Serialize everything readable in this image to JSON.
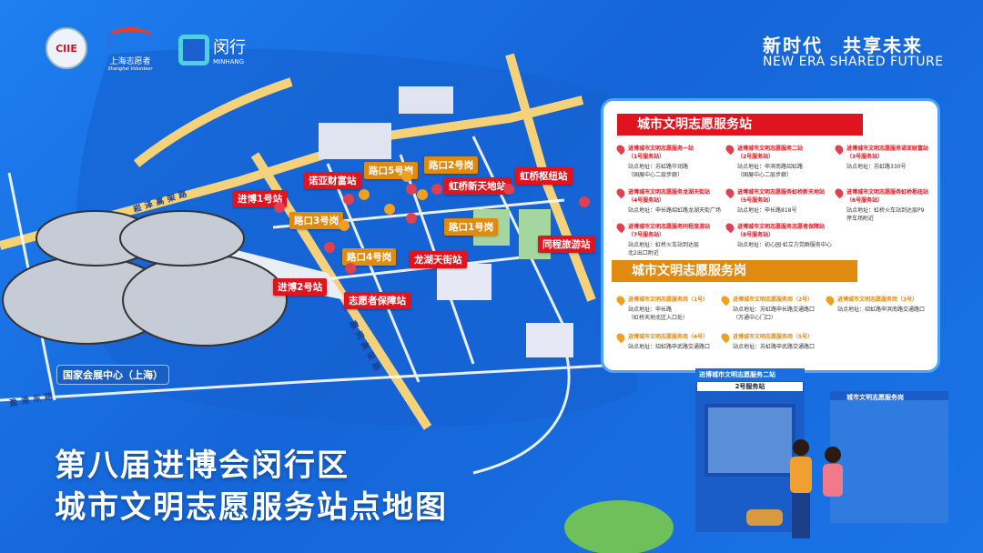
{
  "logos": {
    "ciie": "CIIE",
    "volunteer_cn": "上海志愿者",
    "volunteer_en": "Shanghai Volunteer",
    "minhang_cn": "闵行",
    "minhang_en": "MINHANG"
  },
  "slogan": {
    "cn": "新时代　共享未来",
    "en": "NEW ERA  SHARED FUTURE"
  },
  "map": {
    "roads": [
      "崧泽高架路",
      "嘉闵高架路",
      "盈港东路"
    ],
    "venue": "国家会展中心（上海）",
    "stations": [
      "进博1号站",
      "诺亚财富站",
      "虹桥新天地站",
      "虹桥枢纽站",
      "同程旅游站",
      "龙湖天街站",
      "进博2号站",
      "志愿者保障站"
    ],
    "posts": [
      "路口5号岗",
      "路口2号岗",
      "路口3号岗",
      "路口1号岗",
      "路口4号岗"
    ]
  },
  "legend": {
    "stations_title": "城市文明志愿服务站",
    "stations": [
      {
        "name": "进博城市文明志愿服务一站",
        "sub": "（1号服务站）",
        "addr": "站点地址：苏虹路华润路",
        "addr2": "（国展中心二层步廊）"
      },
      {
        "name": "进博城市文明志愿服务二站",
        "sub": "（2号服务站）",
        "addr": "站点地址：申滨南路绍虹路",
        "addr2": "（国展中心二层步廊）"
      },
      {
        "name": "进博城市文明志愿服务诺亚财富站",
        "sub": "（3号服务站）",
        "addr": "站点地址：苏虹路330号",
        "addr2": ""
      },
      {
        "name": "进博城市文明志愿服务龙湖天街站",
        "sub": "（4号服务站）",
        "addr": "站点地址：申长路绍虹路龙湖天街广场",
        "addr2": ""
      },
      {
        "name": "进博城市文明志愿服务虹桥新天地站",
        "sub": "（5号服务站）",
        "addr": "站点地址：申长路818号",
        "addr2": ""
      },
      {
        "name": "进博城市文明志愿服务虹桥枢纽站",
        "sub": "（6号服务站）",
        "addr": "站点地址：虹桥火车站到达层P9",
        "addr2": "停车场附近"
      },
      {
        "name": "进博城市文明志愿服务同程旅游站",
        "sub": "（7号服务站）",
        "addr": "站点地址：虹桥火车站到达层",
        "addr2": "北2出口附近"
      },
      {
        "name": "进博城市文明志愿服务志愿者保障站",
        "sub": "（8号服务站）",
        "addr": "站点地址：初心园·虹立方党群服务中心",
        "addr2": ""
      }
    ],
    "posts_title": "城市文明志愿服务岗",
    "posts": [
      {
        "name": "进博城市文明志愿服务岗（1号）",
        "addr": "站点地址：申长路",
        "addr2": "（虹桥天地北区入口处）"
      },
      {
        "name": "进博城市文明志愿服务岗（2号）",
        "addr": "站点地址：苏虹路申长路交通路口",
        "addr2": "（万通中心门口）"
      },
      {
        "name": "进博城市文明志愿服务岗（3号）",
        "addr": "站点地址：绍虹路申滨南路交通路口",
        "addr2": ""
      },
      {
        "name": "进博城市文明志愿服务岗（4号）",
        "addr": "站点地址：绍虹路申武路交通路口",
        "addr2": ""
      },
      {
        "name": "进博城市文明志愿服务岗（5号）",
        "addr": "站点地址：苏虹路申武路交通路口",
        "addr2": ""
      }
    ]
  },
  "booths": {
    "station_sign": "进博城市文明志愿服务二站",
    "station_sub": "2号服务站",
    "post_sign": "城市文明志愿服务岗"
  },
  "title": {
    "line1": "第八届进博会闵行区",
    "line2": "城市文明志愿服务站点地图"
  },
  "colors": {
    "bg": "#1a6fe0",
    "station": "#e0141e",
    "post": "#e08a10",
    "road": "#f5d27a"
  }
}
